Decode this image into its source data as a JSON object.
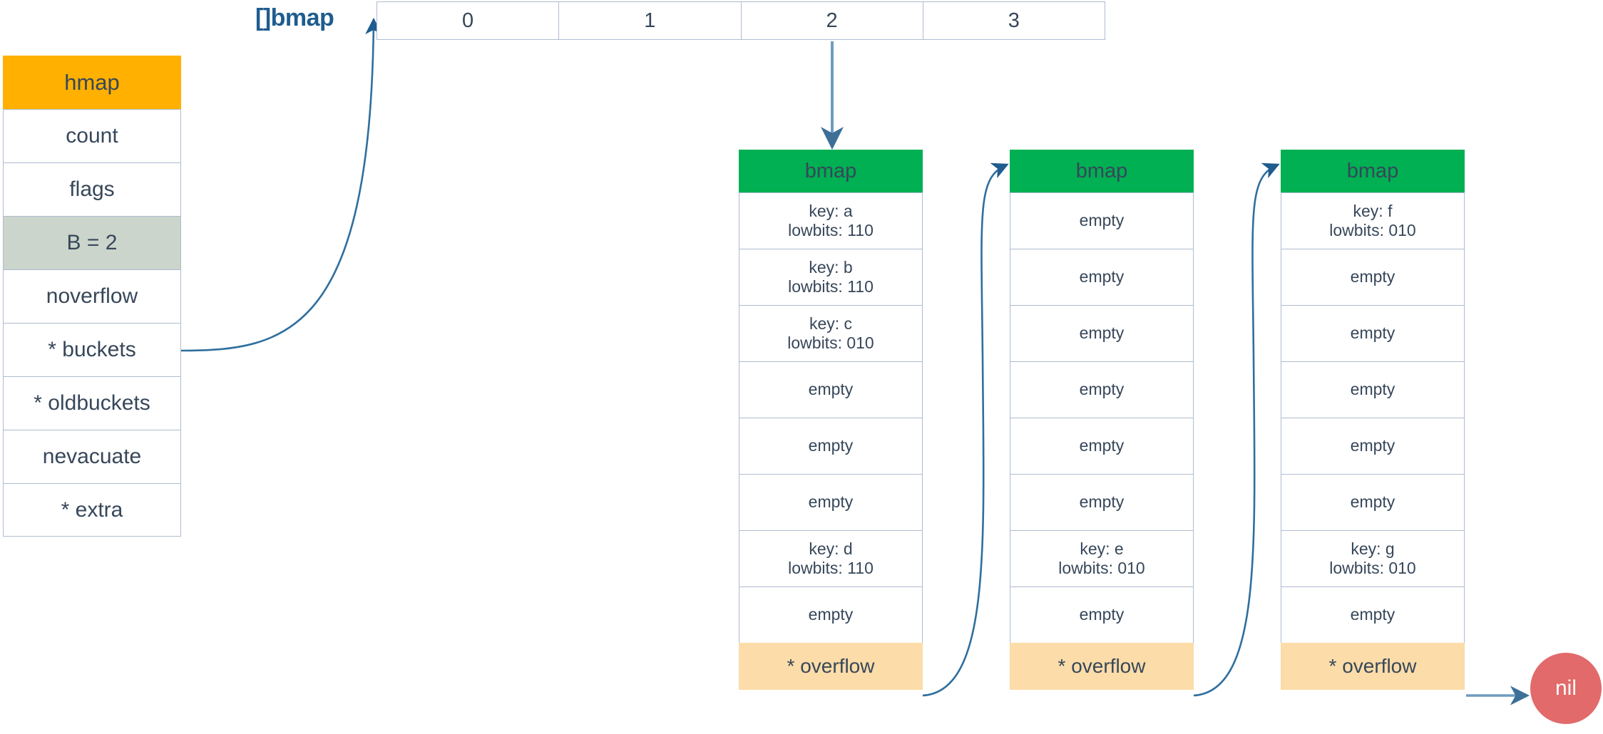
{
  "diagram": {
    "title_label": "[]bmap",
    "colors": {
      "header_orange": "#FFB000",
      "header_green": "#00B052",
      "overflow_peach": "#FCDCA8",
      "accent_sage": "#CBD5CB",
      "nil_red": "#E26A6A",
      "border": "#aebcd0",
      "text": "#37475a",
      "label_blue": "#1f5c8f",
      "arrow": "#5a8fb5"
    }
  },
  "hmap": {
    "header": "hmap",
    "fields": [
      {
        "label": "count",
        "highlight": false
      },
      {
        "label": "flags",
        "highlight": false
      },
      {
        "label": "B = 2",
        "highlight": true
      },
      {
        "label": "noverflow",
        "highlight": false
      },
      {
        "label": "* buckets",
        "highlight": false
      },
      {
        "label": "* oldbuckets",
        "highlight": false
      },
      {
        "label": "nevacuate",
        "highlight": false
      },
      {
        "label": "* extra",
        "highlight": false
      }
    ]
  },
  "bucket_array": {
    "label": "[]bmap",
    "cells": [
      "0",
      "1",
      "2",
      "3"
    ]
  },
  "buckets": [
    {
      "header": "bmap",
      "slots": [
        {
          "line1": "key: a",
          "line2": "lowbits: 110"
        },
        {
          "line1": "key: b",
          "line2": "lowbits: 110"
        },
        {
          "line1": "key: c",
          "line2": "lowbits: 010"
        },
        {
          "line1": "empty",
          "line2": ""
        },
        {
          "line1": "empty",
          "line2": ""
        },
        {
          "line1": "empty",
          "line2": ""
        },
        {
          "line1": "key: d",
          "line2": "lowbits: 110"
        },
        {
          "line1": "empty",
          "line2": ""
        }
      ],
      "overflow": "* overflow"
    },
    {
      "header": "bmap",
      "slots": [
        {
          "line1": "empty",
          "line2": ""
        },
        {
          "line1": "empty",
          "line2": ""
        },
        {
          "line1": "empty",
          "line2": ""
        },
        {
          "line1": "empty",
          "line2": ""
        },
        {
          "line1": "empty",
          "line2": ""
        },
        {
          "line1": "empty",
          "line2": ""
        },
        {
          "line1": "key: e",
          "line2": "lowbits: 010"
        },
        {
          "line1": "empty",
          "line2": ""
        }
      ],
      "overflow": "* overflow"
    },
    {
      "header": "bmap",
      "slots": [
        {
          "line1": "key: f",
          "line2": "lowbits: 010"
        },
        {
          "line1": "empty",
          "line2": ""
        },
        {
          "line1": "empty",
          "line2": ""
        },
        {
          "line1": "empty",
          "line2": ""
        },
        {
          "line1": "empty",
          "line2": ""
        },
        {
          "line1": "empty",
          "line2": ""
        },
        {
          "line1": "key: g",
          "line2": "lowbits: 010"
        },
        {
          "line1": "empty",
          "line2": ""
        }
      ],
      "overflow": "* overflow"
    }
  ],
  "nil_node": {
    "label": "nil"
  }
}
